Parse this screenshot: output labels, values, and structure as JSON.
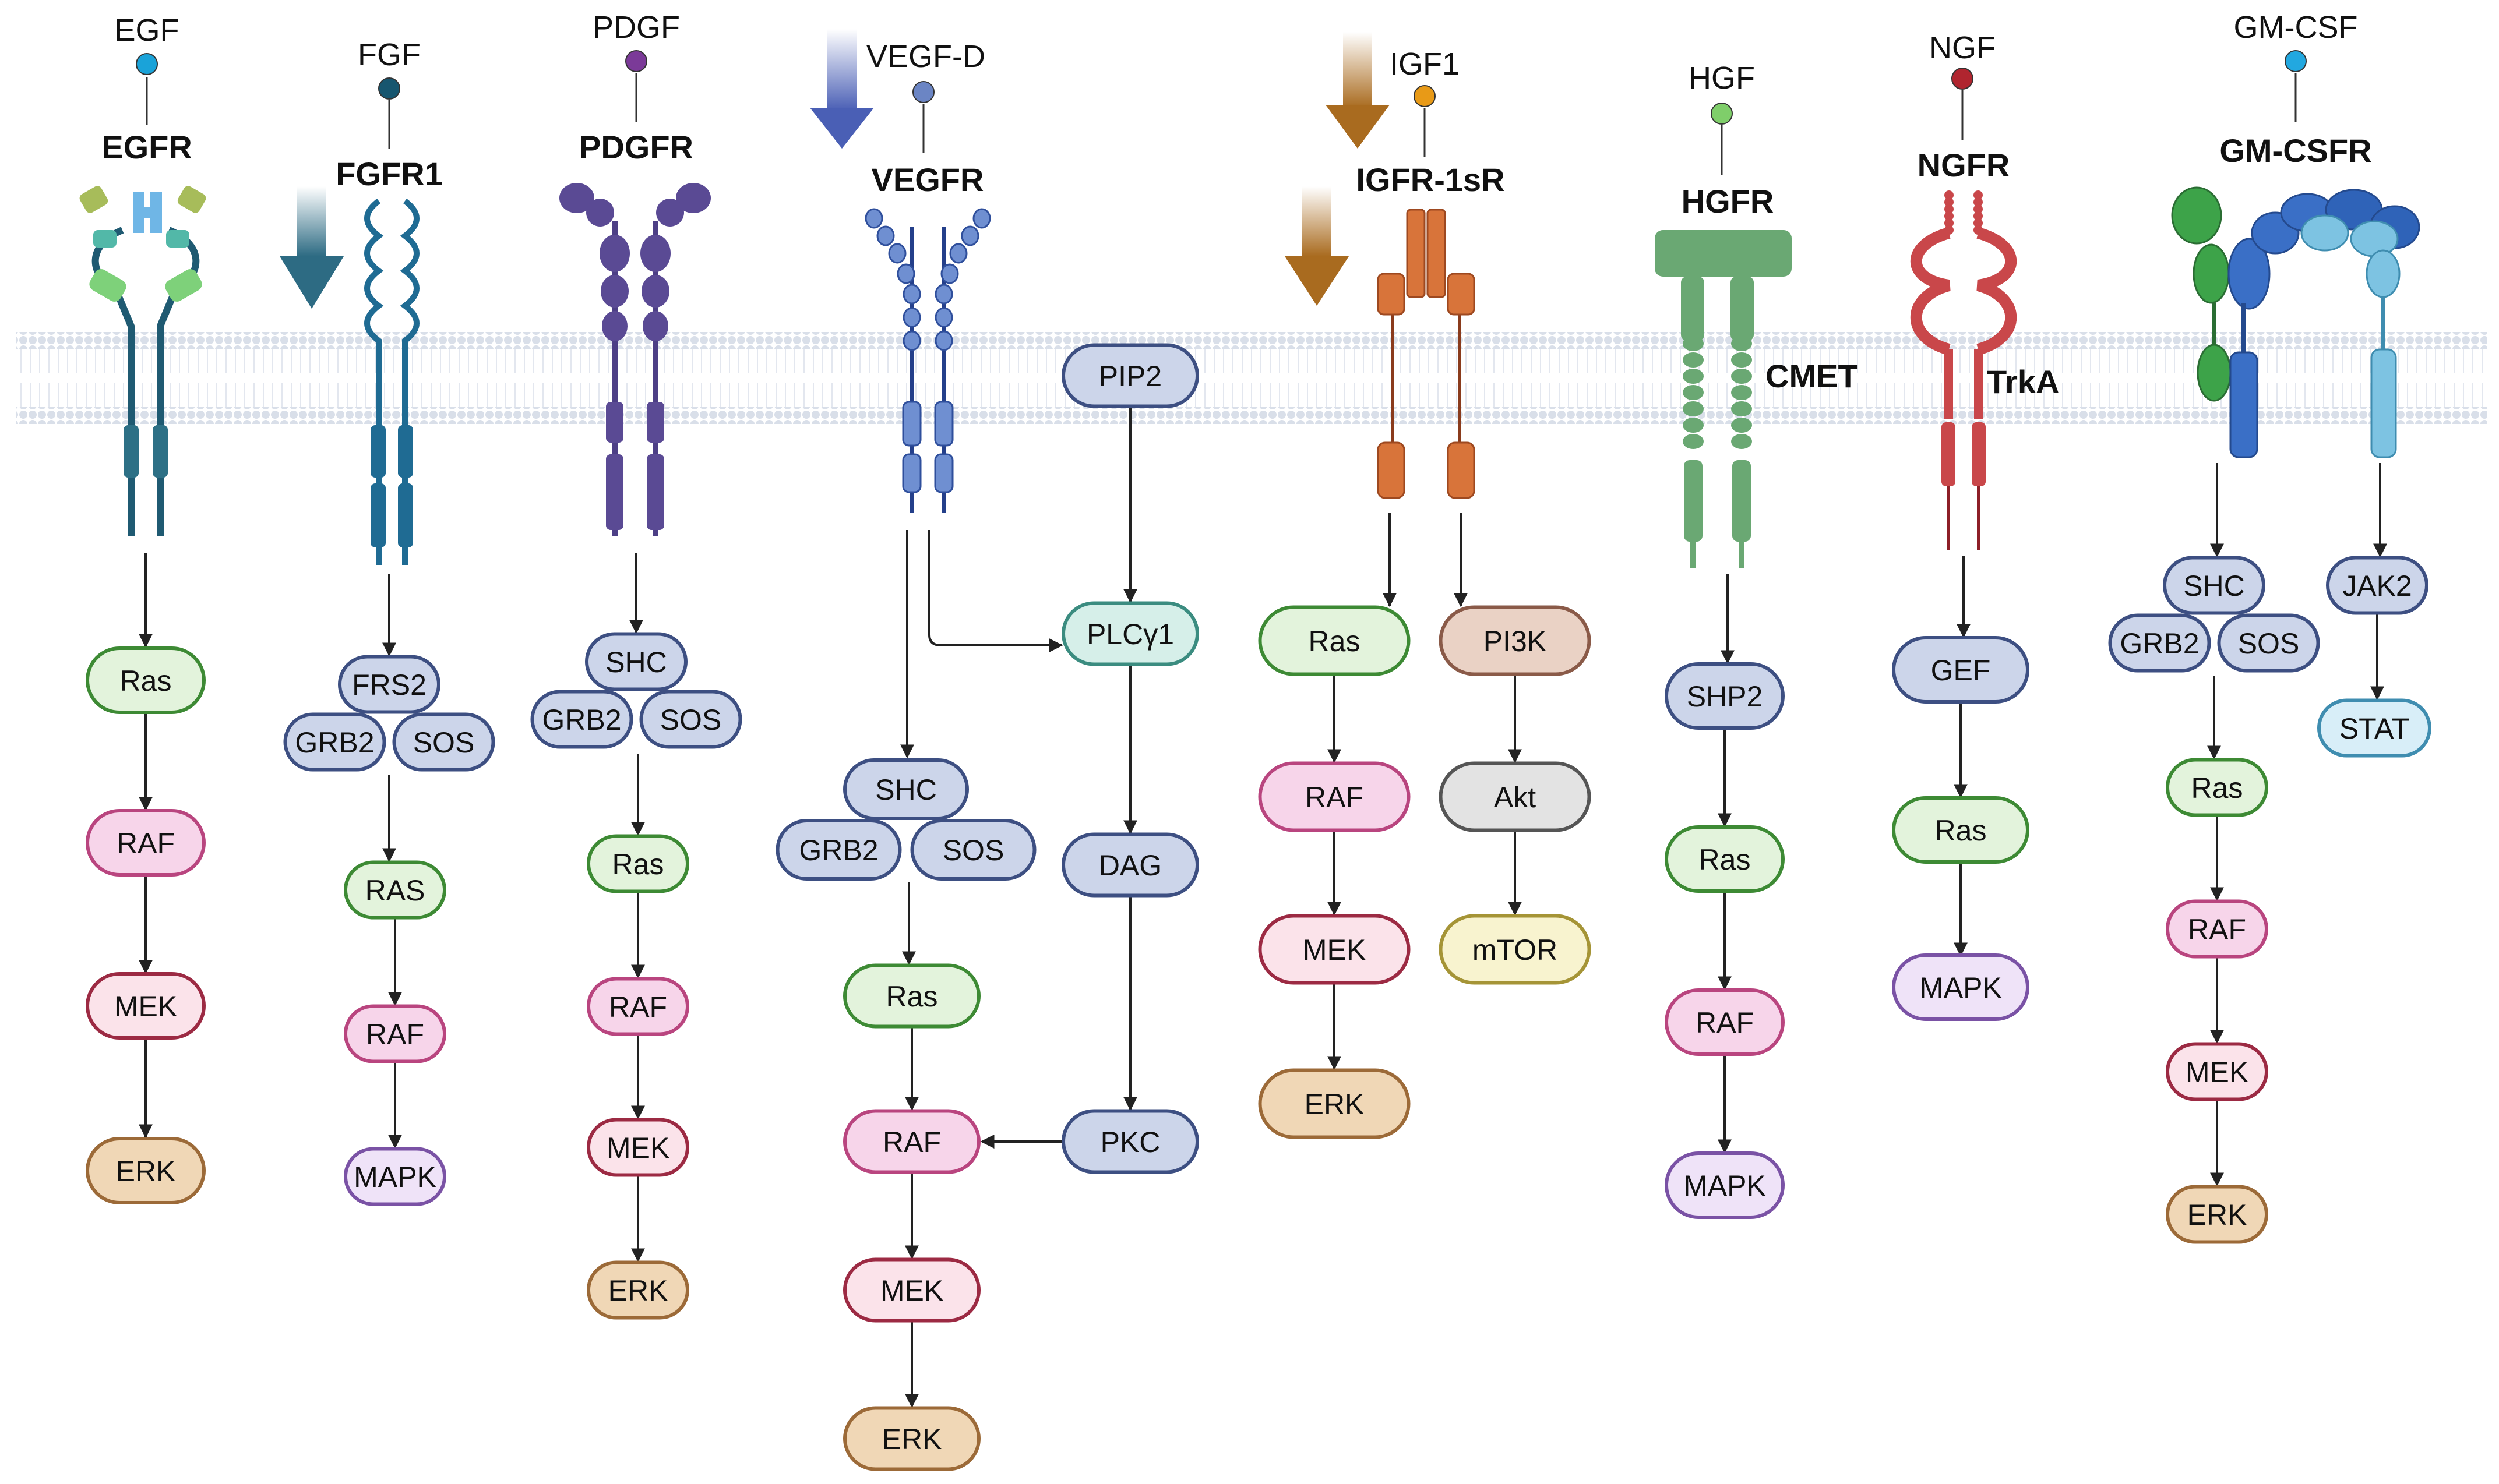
{
  "membrane": {
    "color": "#d7dde8"
  },
  "colors": {
    "ras": {
      "fill": "#e3f3dc",
      "stroke": "#3d8a34"
    },
    "raf": {
      "fill": "#f7d5ea",
      "stroke": "#b9457f"
    },
    "mek": {
      "fill": "#fbe3ea",
      "stroke": "#9c2a43"
    },
    "erk": {
      "fill": "#f0d7b6",
      "stroke": "#9c6a38"
    },
    "mapk": {
      "fill": "#efe3f8",
      "stroke": "#7a52a5"
    },
    "adaptor": {
      "fill": "#ccd5ea",
      "stroke": "#3d4f82"
    },
    "plc": {
      "fill": "#d6efe9",
      "stroke": "#3b8c80"
    },
    "pi3k": {
      "fill": "#ead2c5",
      "stroke": "#8a5a48"
    },
    "akt": {
      "fill": "#e3e3e3",
      "stroke": "#555555"
    },
    "mtor": {
      "fill": "#f8f3cf",
      "stroke": "#a59436"
    },
    "stat": {
      "fill": "#d8eef8",
      "stroke": "#3f8db0"
    }
  },
  "pathways": [
    {
      "id": "egf",
      "ligand": "EGF",
      "ligand_color": "#1aa3d9",
      "receptor": "EGFR",
      "receptor_color": "#2a6f8a",
      "cascade": [
        "Ras",
        "RAF",
        "MEK",
        "ERK"
      ]
    },
    {
      "id": "fgf",
      "ligand": "FGF",
      "ligand_color": "#17566f",
      "receptor": "FGFR1",
      "receptor_color": "#1f6b93",
      "adaptors": [
        "FRS2",
        "GRB2",
        "SOS"
      ],
      "cascade": [
        "RAS",
        "RAF",
        "MAPK"
      ]
    },
    {
      "id": "pdgf",
      "ligand": "PDGF",
      "ligand_color": "#7b3a98",
      "receptor": "PDGFR",
      "receptor_color": "#5a4a94",
      "adaptors": [
        "SHC",
        "GRB2",
        "SOS"
      ],
      "cascade": [
        "Ras",
        "RAF",
        "MEK",
        "ERK"
      ]
    },
    {
      "id": "vegf",
      "ligand": "VEGF-D",
      "ligand_color": "#6b85c4",
      "receptor": "VEGFR",
      "receptor_color": "#3b5aa6",
      "adaptors": [
        "SHC",
        "GRB2",
        "SOS"
      ],
      "cascade": [
        "Ras",
        "RAF",
        "MEK",
        "ERK"
      ],
      "branch": [
        "PIP2",
        "PLCγ1",
        "DAG",
        "PKC"
      ]
    },
    {
      "id": "igf",
      "ligand": "IGF1",
      "ligand_color": "#e89a17",
      "receptor": "IGFR-1sR",
      "receptor_color": "#d8743a",
      "cascade": [
        "Ras",
        "RAF",
        "MEK",
        "ERK"
      ],
      "branch": [
        "PI3K",
        "Akt",
        "mTOR"
      ]
    },
    {
      "id": "hgf",
      "ligand": "HGF",
      "ligand_color": "#7fce6a",
      "receptor": "HGFR",
      "receptor_color": "#6aa873",
      "subunit": "CMET",
      "cascade": [
        "SHP2",
        "Ras",
        "RAF",
        "MAPK"
      ]
    },
    {
      "id": "ngf",
      "ligand": "NGF",
      "ligand_color": "#b0252f",
      "receptor": "NGFR",
      "receptor_color": "#c9474a",
      "subunit": "TrkA",
      "cascade": [
        "GEF",
        "Ras",
        "MAPK"
      ]
    },
    {
      "id": "gmcsf",
      "ligand": "GM-CSF",
      "ligand_color": "#22a8e0",
      "receptor": "GM-CSFR",
      "receptor_color": "#3a6fc6",
      "adaptors": [
        "SHC",
        "GRB2",
        "SOS"
      ],
      "cascade": [
        "Ras",
        "RAF",
        "MEK",
        "ERK"
      ],
      "branch": [
        "JAK2",
        "STAT"
      ]
    }
  ]
}
